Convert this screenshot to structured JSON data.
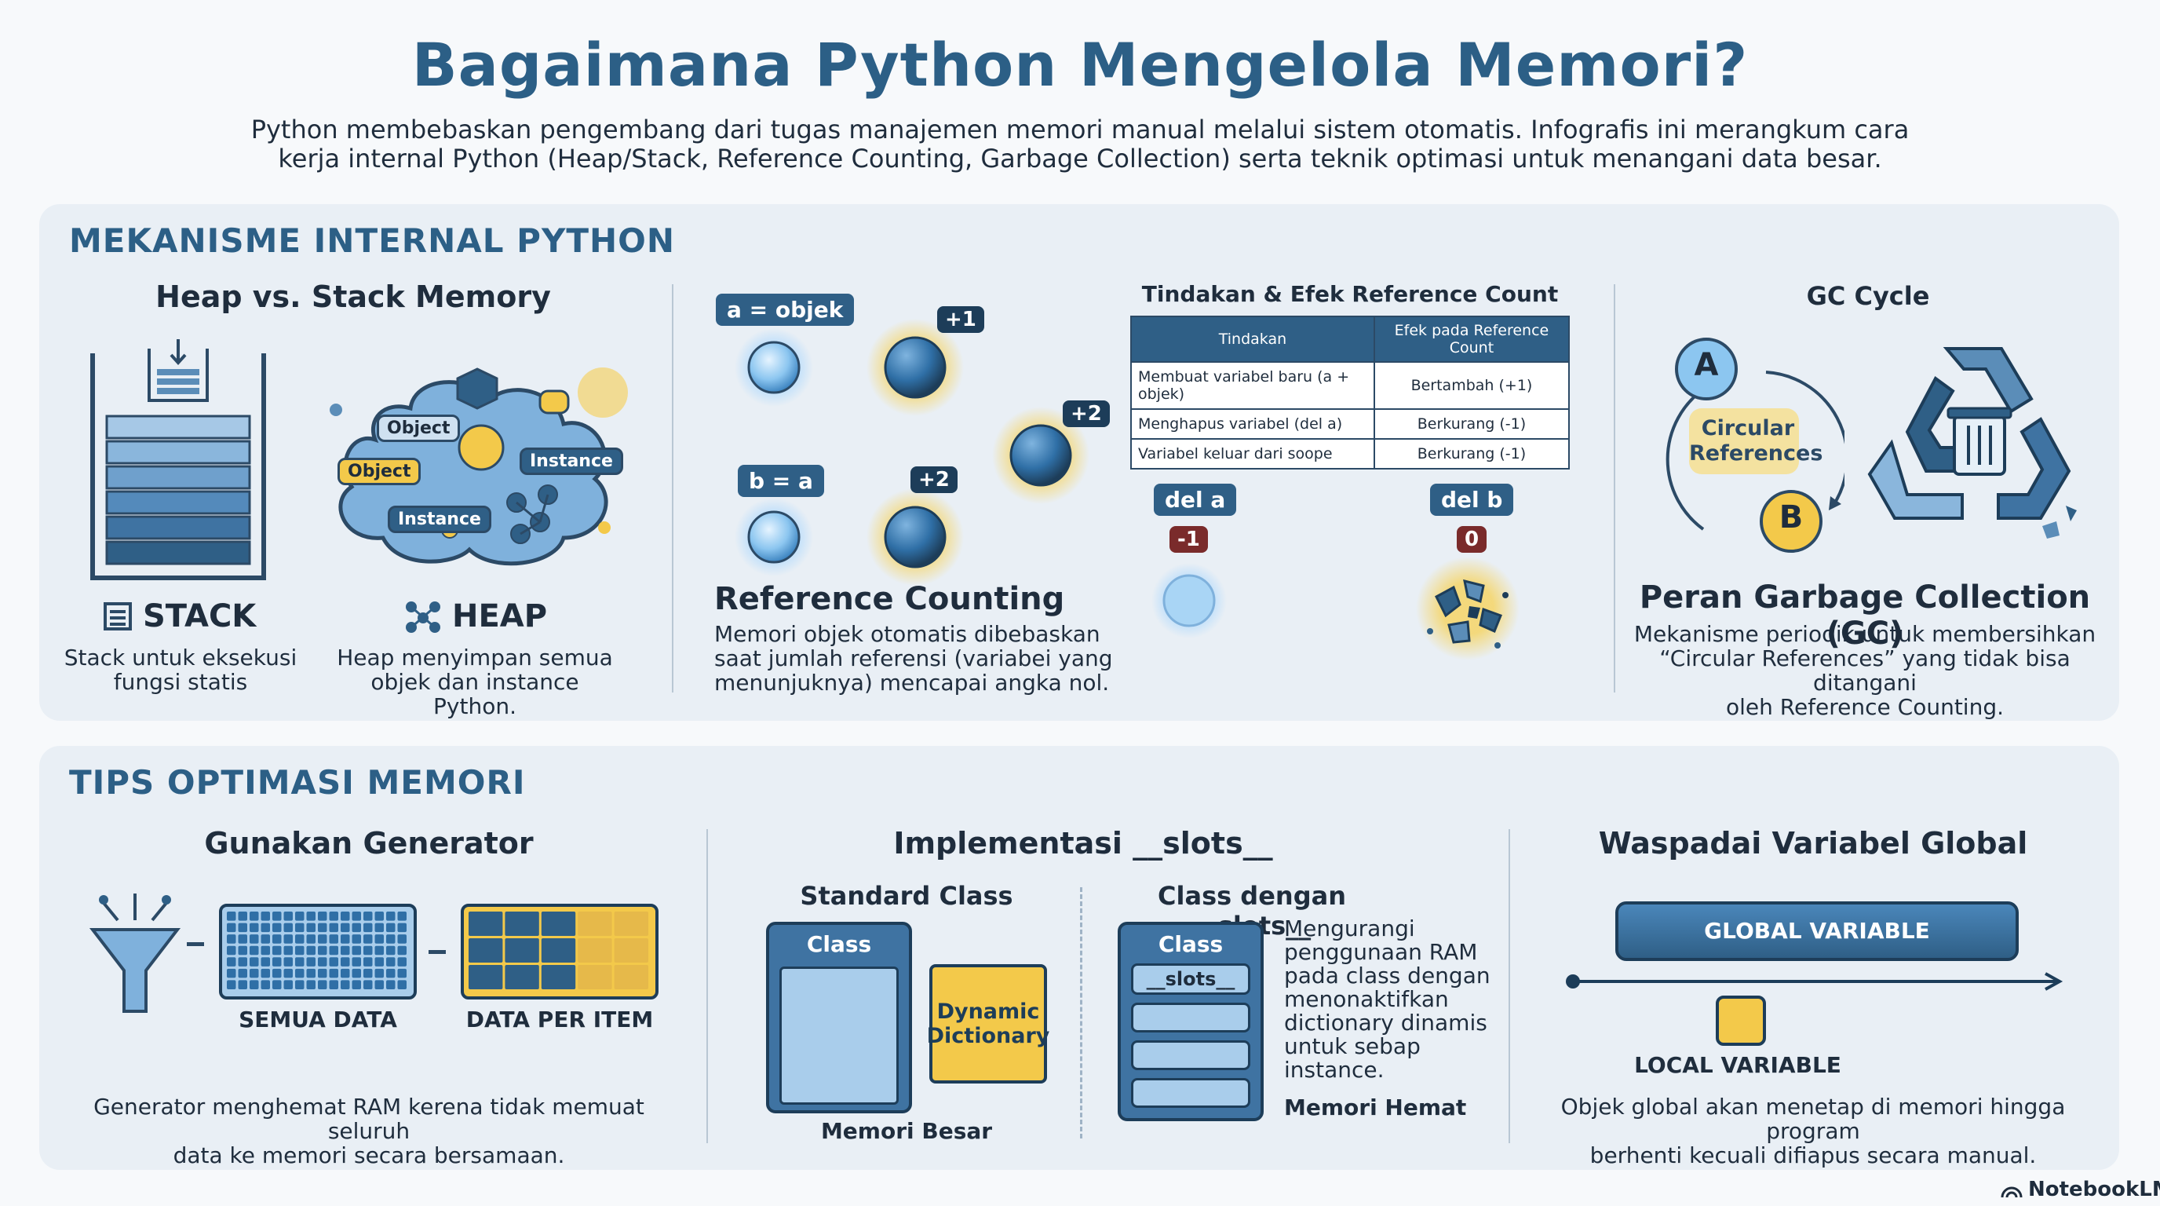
{
  "title": "Bagaimana Python Mengelola Memori?",
  "intro": {
    "line1": "Python membebaskan pengembang dari tugas manajemen memori manual melalui sistem otomatis. Infografis ini merangkum cara",
    "line2": "kerja internal Python (Heap/Stack, Reference Counting, Garbage Collection) serta teknik optimasi untuk menangani data besar."
  },
  "internal": {
    "section_title": "MEKANISME INTERNAL PYTHON",
    "heap_stack": {
      "title": "Heap vs. Stack Memory",
      "stack_label": "STACK",
      "stack_desc1": "Stack untuk eksekusi",
      "stack_desc2": "fungsi statis",
      "heap_label": "HEAP",
      "heap_desc1": "Heap menyimpan semua",
      "heap_desc2": "objek dan instance Python.",
      "cloud_labels": [
        "Object",
        "Object",
        "Instance",
        "Instance"
      ]
    },
    "refcount": {
      "tag_a": "a = objek",
      "tag_b": "b = a",
      "badge_plus1": "+1",
      "badge_plus2a": "+2",
      "badge_plus2b": "+2",
      "title": "Reference Counting",
      "desc1": "Memori objek otomatis dibebaskan",
      "desc2": "saat jumlah referensi (variabei yang",
      "desc3": "menunjuknya) mencapai angka nol.",
      "table_title": "Tindakan & Efek Reference Count",
      "table_headers": [
        "Tindakan",
        "Efek pada Reference Count"
      ],
      "table_rows": [
        [
          "Membuat variabel baru (a + objek)",
          "Bertambah (+1)"
        ],
        [
          "Menghapus variabel (del a)",
          "Berkurang (-1)"
        ],
        [
          "Variabel keluar dari soope",
          "Berkurang (-1)"
        ]
      ],
      "del_a": "del a",
      "del_a_badge": "-1",
      "del_b": "del b",
      "del_b_badge": "0"
    },
    "gc": {
      "title": "GC Cycle",
      "node_a": "A",
      "node_b": "B",
      "circ1": "Circular",
      "circ2": "References",
      "heading": "Peran Garbage Collection (GC)",
      "desc1": "Mekanisme periodik untuk membersihkan",
      "desc2": "“Circular References” yang tidak bisa ditangani",
      "desc3": "oleh Reference Counting."
    }
  },
  "tips": {
    "section_title": "TIPS OPTIMASI MEMORI",
    "generator": {
      "title": "Gunakan Generator",
      "label_all": "SEMUA DATA",
      "label_item": "DATA PER ITEM",
      "desc1": "Generator menghemat RAM kerena tidak memuat seluruh",
      "desc2": "data ke memori secara bersamaan."
    },
    "slots": {
      "title": "Implementasi __slots__",
      "std_title": "Standard Class",
      "std_class": "Class",
      "dyn1": "Dynamic",
      "dyn2": "Dictionary",
      "std_caption": "Memori Besar",
      "slot_title": "Class dengan __slots__",
      "slot_class": "Class",
      "slot_label": "__slots__",
      "slot_desc": [
        "Mengurangi",
        "penggunaan RAM",
        "pada class dengan",
        "menonaktifkan",
        "dictionary dinamis",
        "untuk sebap",
        "instance."
      ],
      "slot_caption": "Memori Hemat"
    },
    "global": {
      "title": "Waspadai Variabel Global",
      "global_label": "GLOBAL VARIABLE",
      "local_label": "LOCAL VARIABLE",
      "desc1": "Objek global akan menetap di memori hingga program",
      "desc2": "berhenti kecuali difiapus secara manual."
    }
  },
  "brand": "NotebookLM",
  "colors": {
    "primary": "#2c5f86",
    "dark": "#1d3d59",
    "accent_yellow": "#f3c94a",
    "panel": "#e9eff5"
  }
}
